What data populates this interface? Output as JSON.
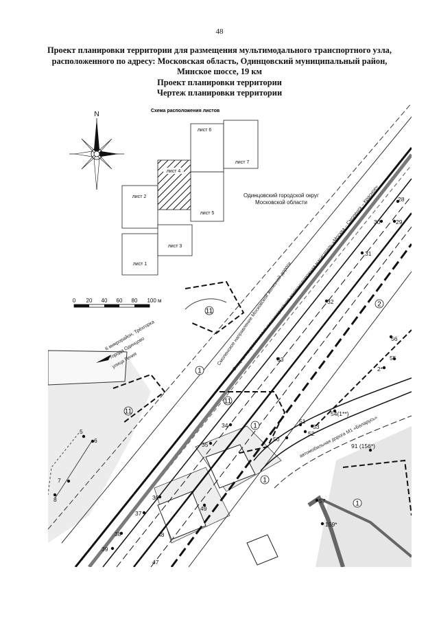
{
  "page_number": "48",
  "title_lines": [
    "Проект планировки территории для размещения мультимодального транспортного узла,",
    "расположенного по адресу: Московская область, Одинцовский муниципальный район,",
    "Минское шоссе, 19 км",
    "Проект планировки территории",
    "Чертеж планировки территории"
  ],
  "sheet_scheme": {
    "title": "Схема расположения листов",
    "sheets": [
      "лист 1",
      "лист 2",
      "лист 3",
      "лист 4",
      "лист 5",
      "лист 6",
      "лист 7"
    ]
  },
  "compass_label": "N",
  "scale_bar": {
    "ticks": [
      "0",
      "20",
      "40",
      "60",
      "80",
      "100 м"
    ]
  },
  "area_label": {
    "line1": "Одинцовский городской округ",
    "line2": "Московской области"
  },
  "rail_labels": [
    "Смоленское направление Московской железной дороги",
    "Специализированная высокоскоростная железнодорожная магистраль «Москва – Смоленск – Красное»"
  ],
  "road_labels": {
    "left_1": "6 микрорайон, Трёхгорка",
    "left_2": "города Одинцово",
    "street": "улица Гения",
    "belarus": "автомобильная дорога М1 «Беларусь»"
  },
  "zones": [
    "11",
    "2",
    "1",
    "11",
    "11",
    "1",
    "1",
    "1"
  ],
  "points": [
    "28",
    "30",
    "29",
    "31",
    "32",
    "33",
    "34",
    "35",
    "36",
    "37",
    "38",
    "39",
    "47",
    "48",
    "49",
    "50",
    "51",
    "52",
    "53",
    "54(1**)",
    "55",
    "56",
    "2**",
    "91 (156*)",
    "5",
    "6",
    "7",
    "8",
    "57",
    "159*"
  ]
}
